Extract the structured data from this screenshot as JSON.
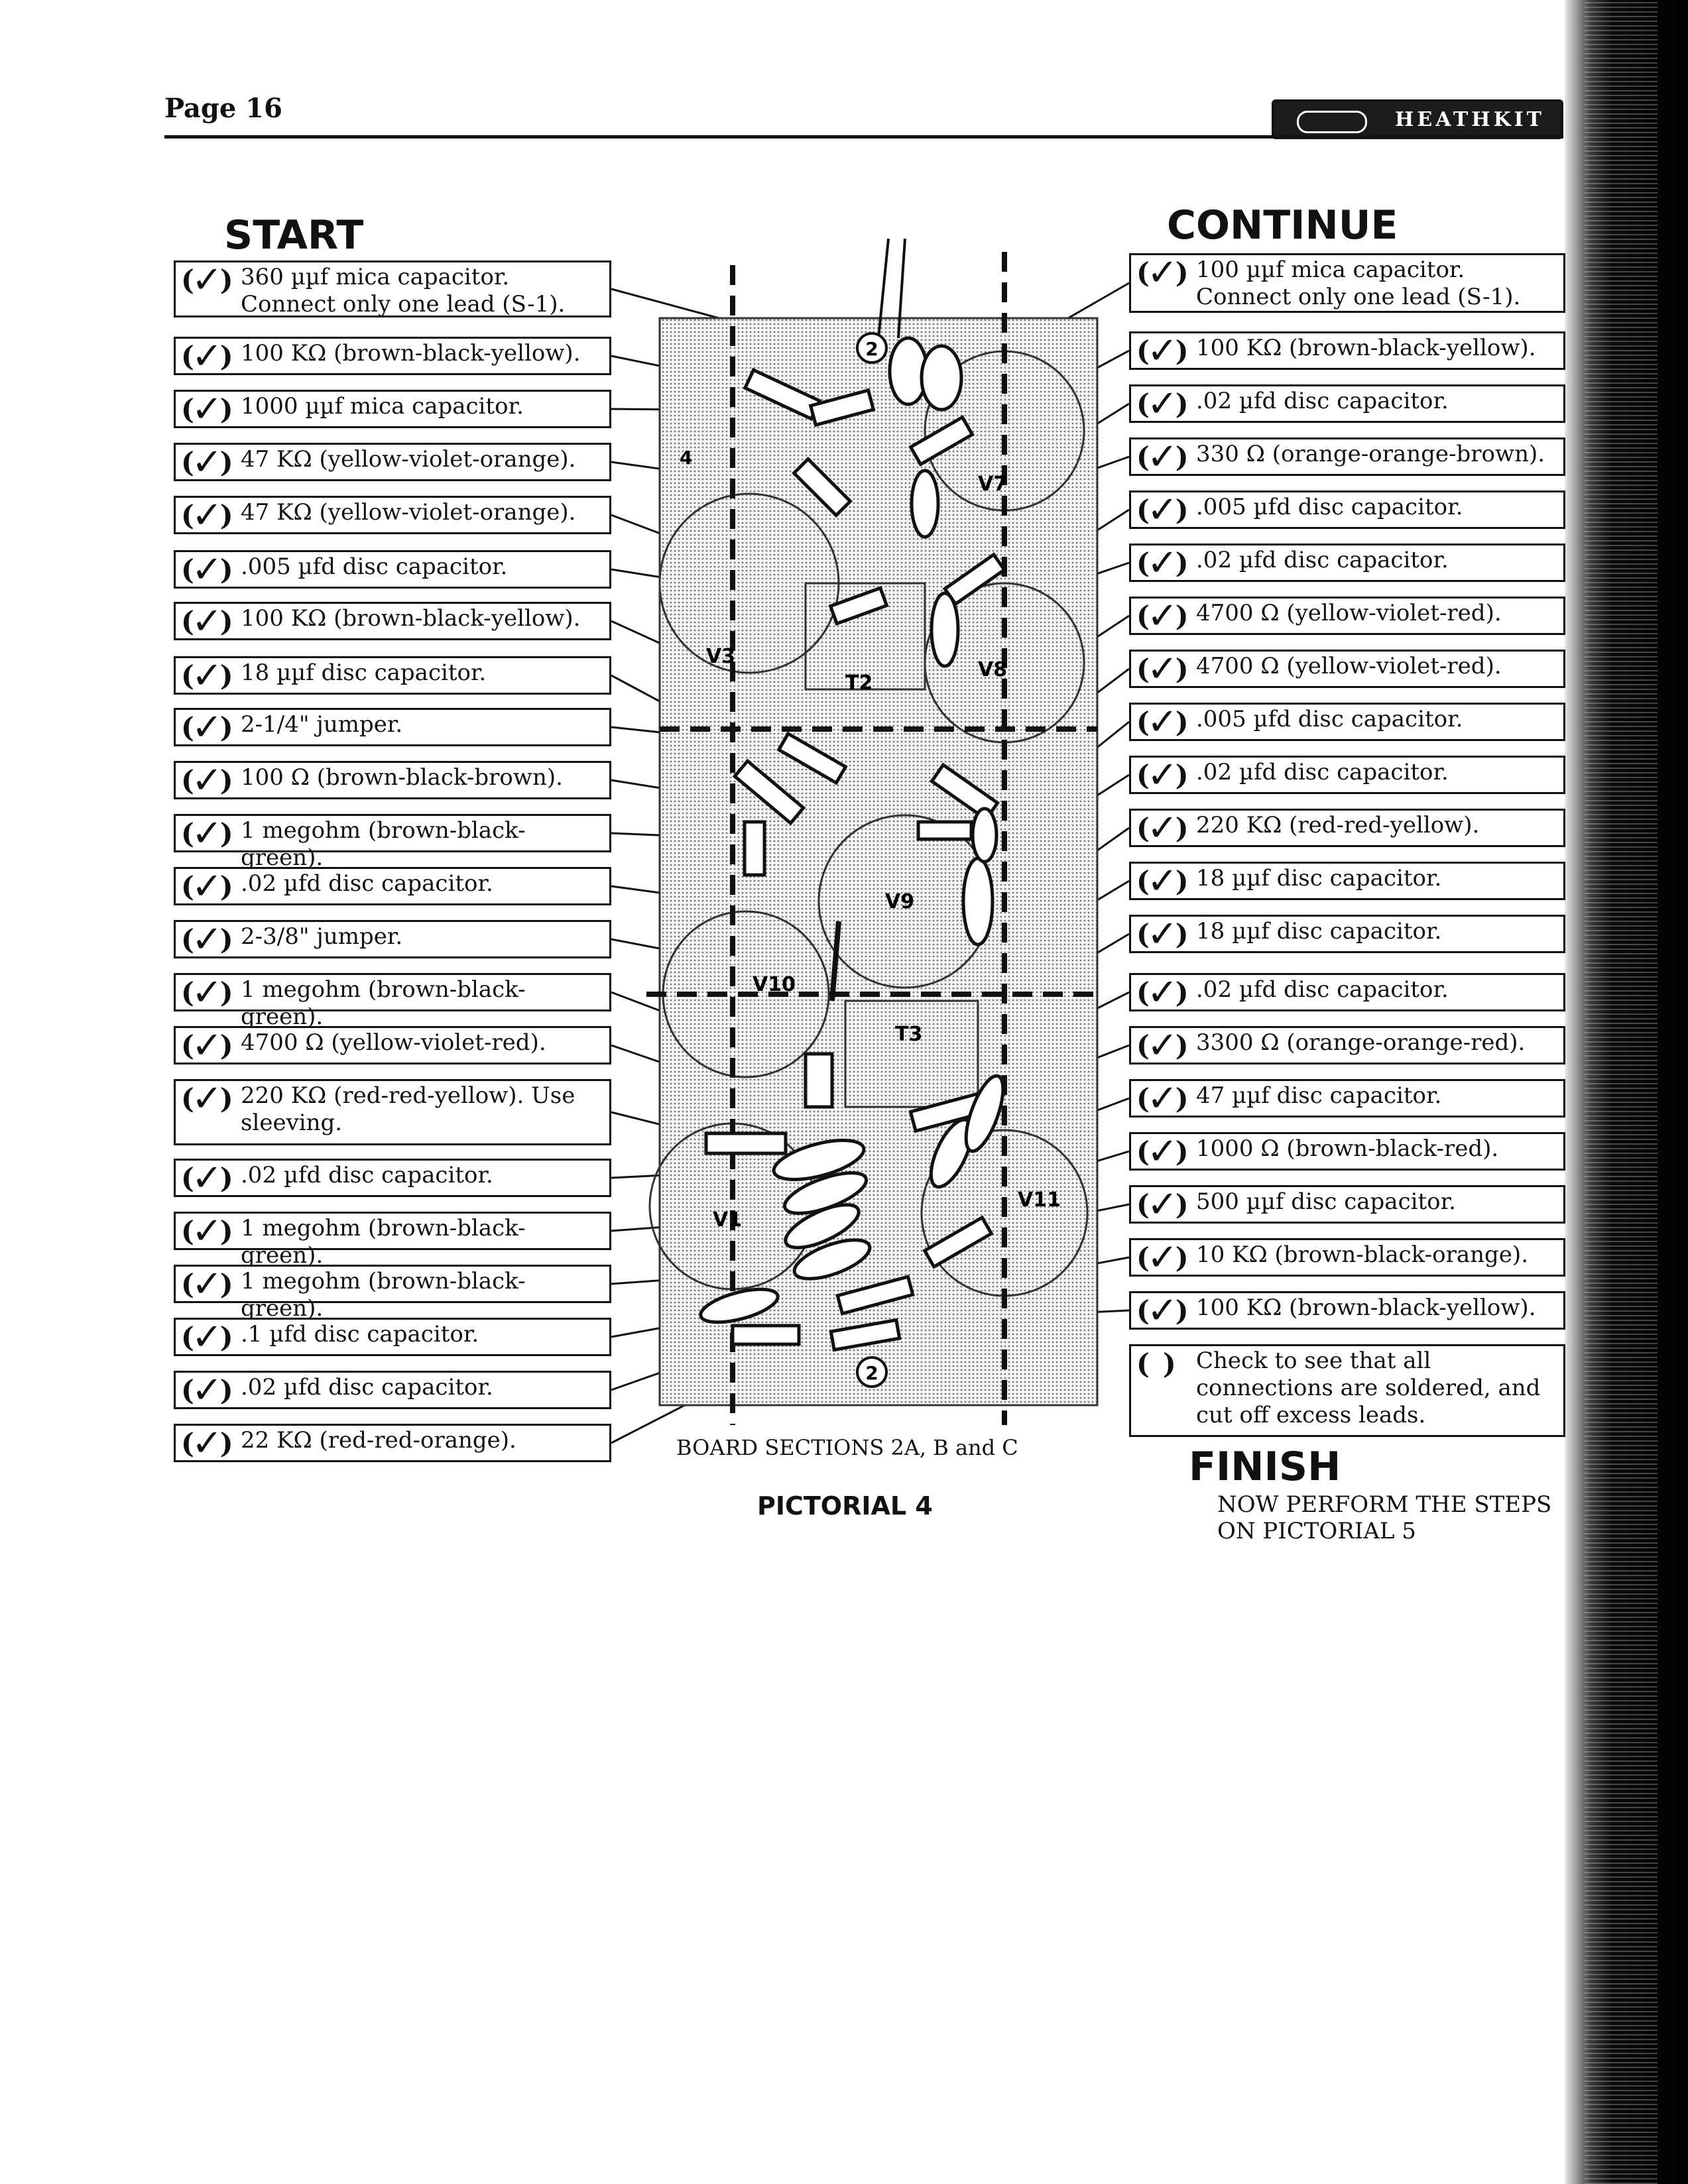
{
  "header": {
    "page_label": "Page 16",
    "logo_text": "HEATHKIT"
  },
  "start_heading": "START",
  "continue_heading": "CONTINUE",
  "finish_heading": "FINISH",
  "finish_note": "NOW PERFORM THE STEPS ON PICTORIAL 5",
  "pictorial": {
    "caption": "BOARD SECTIONS 2A, B and C",
    "title": "PICTORIAL 4",
    "labels": {
      "v3": "V3",
      "v7": "V7",
      "v8": "V8",
      "v9": "V9",
      "v10": "V10",
      "v11": "V11",
      "v1": "V1",
      "t2": "T2",
      "t3": "T3",
      "circle_2": "2",
      "side_4": "4"
    }
  },
  "left_steps": [
    {
      "mark": "(",
      "checked": true,
      "text": "360  µµf mica capacitor. Connect only one lead (S-1)."
    },
    {
      "mark": "(",
      "checked": true,
      "text": "100  KΩ  (brown-black-yellow)."
    },
    {
      "mark": "(",
      "checked": true,
      "text": "1000  µµf mica capacitor."
    },
    {
      "mark": "(",
      "checked": true,
      "text": "47  KΩ  (yellow-violet-orange)."
    },
    {
      "mark": "(",
      "checked": true,
      "text": "47  KΩ  (yellow-violet-orange)."
    },
    {
      "mark": "(",
      "checked": true,
      "text": ".005 µfd disc capacitor."
    },
    {
      "mark": "(",
      "checked": true,
      "text": "100  KΩ  (brown-black-yellow)."
    },
    {
      "mark": "(",
      "checked": true,
      "text": "18 µµf disc capacitor."
    },
    {
      "mark": "(",
      "checked": true,
      "text": "2-1/4\" jumper."
    },
    {
      "mark": "(",
      "checked": true,
      "text": "100 Ω (brown-black-brown)."
    },
    {
      "mark": "(",
      "checked": true,
      "text": "1 megohm (brown-black-green)."
    },
    {
      "mark": "(",
      "checked": true,
      "text": ".02 µfd disc capacitor."
    },
    {
      "mark": "(",
      "checked": true,
      "text": "2-3/8\" jumper."
    },
    {
      "mark": "(",
      "checked": true,
      "text": "1 megohm (brown-black-green)."
    },
    {
      "mark": "(",
      "checked": true,
      "text": "4700 Ω (yellow-violet-red)."
    },
    {
      "mark": "(",
      "checked": true,
      "text": "220  KΩ  (red-red-yellow). Use sleeving."
    },
    {
      "mark": "(",
      "checked": true,
      "text": ".02 µfd disc capacitor."
    },
    {
      "mark": "(",
      "checked": true,
      "text": "1 megohm (brown-black-green)."
    },
    {
      "mark": "(",
      "checked": true,
      "text": "1 megohm (brown-black-green)."
    },
    {
      "mark": "(",
      "checked": true,
      "text": ".1 µfd disc capacitor."
    },
    {
      "mark": "(",
      "checked": true,
      "text": ".02 µfd disc capacitor."
    },
    {
      "mark": "(",
      "checked": true,
      "text": "22 KΩ (red-red-orange)."
    }
  ],
  "right_steps": [
    {
      "mark": "(",
      "checked": true,
      "text": "100 µµf mica capacitor. Connect only one lead (S-1)."
    },
    {
      "mark": "(",
      "checked": true,
      "text": "100  KΩ  (brown-black-yellow)."
    },
    {
      "mark": "(",
      "checked": true,
      "text": ".02 µfd disc capacitor."
    },
    {
      "mark": "(",
      "checked": true,
      "text": "330  Ω  (orange-orange-brown)."
    },
    {
      "mark": "(",
      "checked": true,
      "text": ".005 µfd disc capacitor."
    },
    {
      "mark": "(",
      "checked": true,
      "text": ".02 µfd disc capacitor."
    },
    {
      "mark": "(",
      "checked": true,
      "text": "4700 Ω (yellow-violet-red)."
    },
    {
      "mark": "(",
      "checked": true,
      "text": "4700 Ω (yellow-violet-red)."
    },
    {
      "mark": "(",
      "checked": true,
      "text": ".005 µfd disc capacitor."
    },
    {
      "mark": "(",
      "checked": true,
      "text": ".02 µfd disc capacitor."
    },
    {
      "mark": "(",
      "checked": true,
      "text": "220 KΩ (red-red-yellow)."
    },
    {
      "mark": "(",
      "checked": true,
      "text": "18 µµf disc capacitor."
    },
    {
      "mark": "(",
      "checked": true,
      "text": "18 µµf disc capacitor."
    },
    {
      "mark": "(",
      "checked": true,
      "text": ".02 µfd disc capacitor."
    },
    {
      "mark": "(",
      "checked": true,
      "text": "3300  Ω  (orange-orange-red)."
    },
    {
      "mark": "(",
      "checked": true,
      "text": "47 µµf disc capacitor."
    },
    {
      "mark": "(",
      "checked": true,
      "text": "1000 Ω (brown-black-red)."
    },
    {
      "mark": "(",
      "checked": true,
      "text": "500 µµf disc capacitor."
    },
    {
      "mark": "(",
      "checked": true,
      "text": "10  KΩ  (brown-black-orange)."
    },
    {
      "mark": "(",
      "checked": true,
      "text": "100  KΩ  (brown-black-yellow)."
    },
    {
      "mark": "(",
      "checked": false,
      "text": "Check to see that all connections are soldered, and cut off excess leads."
    }
  ]
}
